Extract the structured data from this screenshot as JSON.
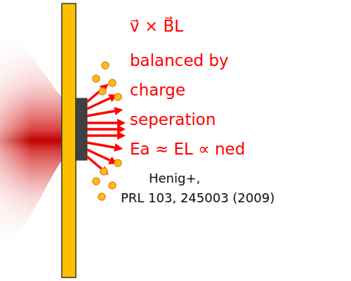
{
  "diagram": {
    "labels": [
      "v⃗ × B⃗L",
      "balanced by",
      "charge",
      "seperation",
      "Ea ≈ EL ∝ ned",
      "Henig+,",
      "PRL 103, 245003 (2009)"
    ]
  }
}
